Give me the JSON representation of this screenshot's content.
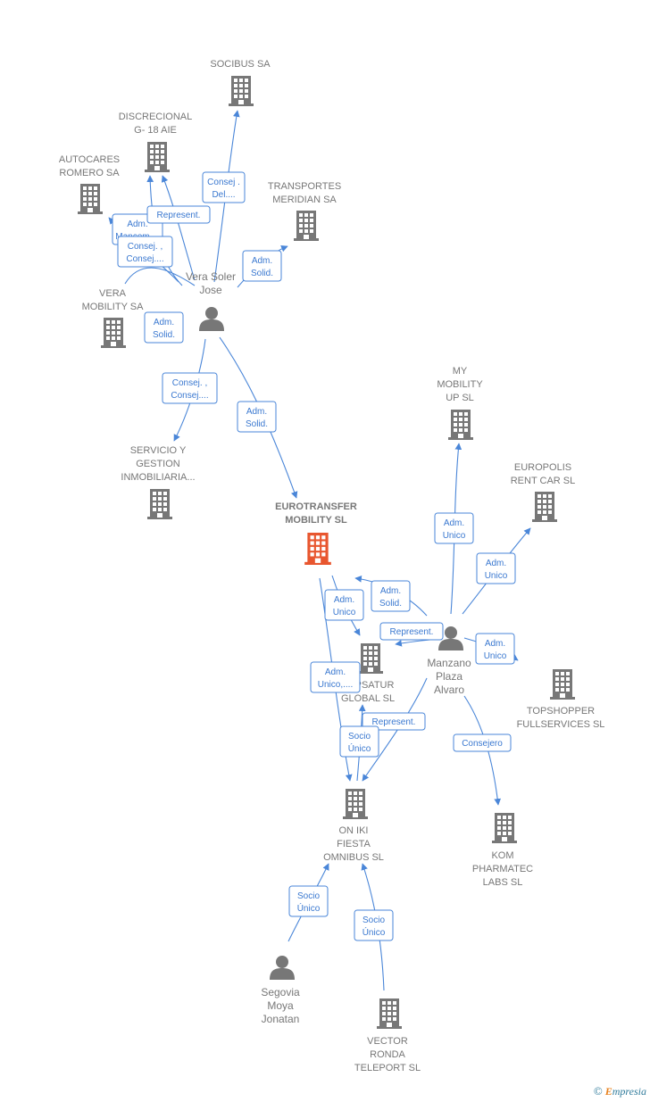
{
  "colors": {
    "edge": "#4a86d8",
    "building": "#777777",
    "focal_building": "#e8562f",
    "person": "#777777",
    "label": "#777777"
  },
  "nodes": [
    {
      "id": "socibus",
      "kind": "company",
      "lines": [
        "SOCIBUS SA"
      ]
    },
    {
      "id": "discrecional",
      "kind": "company",
      "lines": [
        "DISCRECIONAL",
        "G- 18 AIE"
      ]
    },
    {
      "id": "autocares",
      "kind": "company",
      "lines": [
        "AUTOCARES",
        "ROMERO SA"
      ]
    },
    {
      "id": "transportes",
      "kind": "company",
      "lines": [
        "TRANSPORTES",
        "MERIDIAN SA"
      ]
    },
    {
      "id": "vera_mobility",
      "kind": "company",
      "lines": [
        "VERA",
        "MOBILITY SA"
      ]
    },
    {
      "id": "vera_soler",
      "kind": "person",
      "lines": [
        "Vera Soler",
        "Jose"
      ]
    },
    {
      "id": "servicio",
      "kind": "company",
      "lines": [
        "SERVICIO Y",
        "GESTION",
        "INMOBILIARIA..."
      ]
    },
    {
      "id": "my_mobility",
      "kind": "company",
      "lines": [
        "MY",
        "MOBILITY",
        "UP  SL"
      ]
    },
    {
      "id": "europolis",
      "kind": "company",
      "lines": [
        "EUROPOLIS",
        "RENT CAR SL"
      ]
    },
    {
      "id": "eurotransfer",
      "kind": "focal",
      "lines": [
        "EUROTRANSFER",
        "MOBILITY  SL"
      ]
    },
    {
      "id": "manzano",
      "kind": "person",
      "lines": [
        "Manzano",
        "Plaza",
        "Alvaro"
      ]
    },
    {
      "id": "topsatur",
      "kind": "company",
      "lines": [
        "TOPSATUR",
        "GLOBAL  SL"
      ]
    },
    {
      "id": "topshopper",
      "kind": "company",
      "lines": [
        "TOPSHOPPER",
        "FULLSERVICES SL"
      ]
    },
    {
      "id": "on_iki",
      "kind": "company",
      "lines": [
        "ON IKI",
        "FIESTA",
        "OMNIBUS  SL"
      ]
    },
    {
      "id": "kom",
      "kind": "company",
      "lines": [
        "KOM",
        "PHARMATEC",
        "LABS SL"
      ]
    },
    {
      "id": "segovia",
      "kind": "person",
      "lines": [
        "Segovia",
        "Moya",
        "Jonatan"
      ]
    },
    {
      "id": "vector",
      "kind": "company",
      "lines": [
        "VECTOR",
        "RONDA",
        "TELEPORT  SL"
      ]
    }
  ],
  "tags": [
    {
      "id": "t1",
      "lines": [
        "Consej .",
        "Del...."
      ]
    },
    {
      "id": "t2",
      "lines": [
        "Adm.",
        "Mancom...."
      ]
    },
    {
      "id": "t3",
      "lines": [
        "Represent."
      ]
    },
    {
      "id": "t4",
      "lines": [
        "Consej. ,",
        "Consej...."
      ]
    },
    {
      "id": "t5",
      "lines": [
        "Adm.",
        "Solid."
      ]
    },
    {
      "id": "t6",
      "lines": [
        "Adm.",
        "Solid."
      ]
    },
    {
      "id": "t7",
      "lines": [
        "Consej. ,",
        "Consej...."
      ]
    },
    {
      "id": "t8",
      "lines": [
        "Adm.",
        "Solid."
      ]
    },
    {
      "id": "t9",
      "lines": [
        "Adm.",
        "Unico"
      ]
    },
    {
      "id": "t10",
      "lines": [
        "Adm.",
        "Unico"
      ]
    },
    {
      "id": "t11",
      "lines": [
        "Adm.",
        "Unico"
      ]
    },
    {
      "id": "t12",
      "lines": [
        "Adm.",
        "Solid."
      ]
    },
    {
      "id": "t13",
      "lines": [
        "Represent."
      ]
    },
    {
      "id": "t14",
      "lines": [
        "Adm.",
        "Unico"
      ]
    },
    {
      "id": "t15",
      "lines": [
        "Adm.",
        "Unico,...."
      ]
    },
    {
      "id": "t16",
      "lines": [
        "Represent."
      ]
    },
    {
      "id": "t17",
      "lines": [
        "Socio",
        "Único"
      ]
    },
    {
      "id": "t18",
      "lines": [
        "Consejero"
      ]
    },
    {
      "id": "t19",
      "lines": [
        "Socio",
        "Único"
      ]
    },
    {
      "id": "t20",
      "lines": [
        "Socio",
        "Único"
      ]
    }
  ],
  "watermark": {
    "copyright": "©",
    "brand_initial": "E",
    "brand_rest": "mpresia"
  }
}
